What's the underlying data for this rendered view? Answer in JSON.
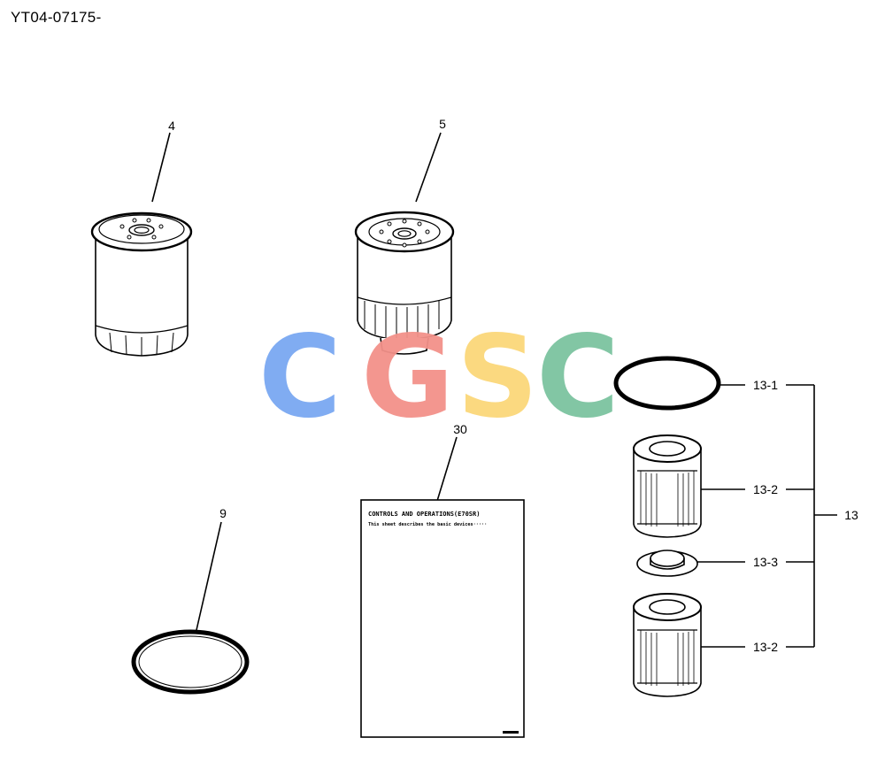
{
  "header": {
    "code": "YT04-07175-"
  },
  "callouts": {
    "c4": "4",
    "c5": "5",
    "c9": "9",
    "c30": "30",
    "c13": "13",
    "c13_1": "13-1",
    "c13_2a": "13-2",
    "c13_3": "13-3",
    "c13_2b": "13-2"
  },
  "manual": {
    "title": "CONTROLS AND OPERATIONS(E70SR)",
    "subtitle": "This sheet describes the basic devices·····"
  },
  "watermark": {
    "letters": [
      "C",
      "G",
      "S",
      "C"
    ],
    "colors": [
      "#7aa8f2",
      "#f3918a",
      "#fbd77a",
      "#7cc3a0"
    ]
  }
}
